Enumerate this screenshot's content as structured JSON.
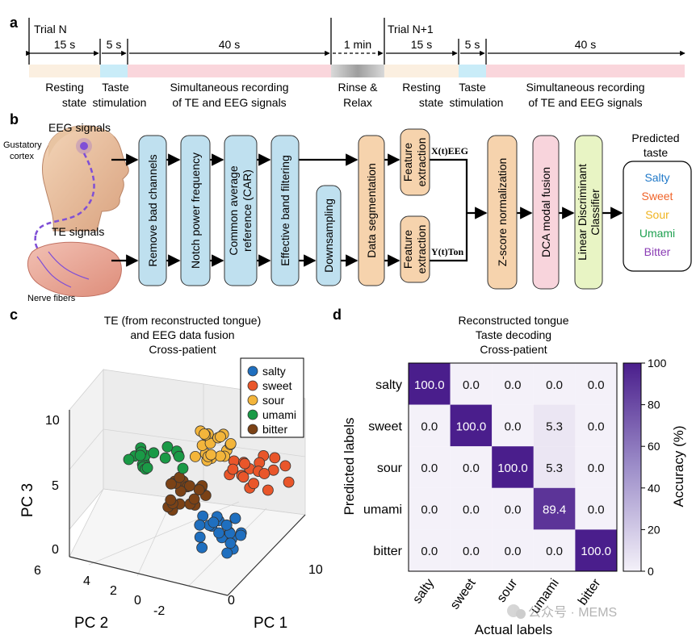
{
  "panel_labels": {
    "a": "a",
    "b": "b",
    "c": "c",
    "d": "d"
  },
  "panel_a": {
    "trial1": {
      "label": "Trial N",
      "d_rest": "15 s",
      "d_taste": "5 s",
      "d_sim": "40 s"
    },
    "rinse": {
      "duration": "1 min",
      "line1": "Rinse &",
      "line2": "Relax"
    },
    "trial2": {
      "label": "Trial N+1",
      "d_rest": "15 s",
      "d_taste": "5 s",
      "d_sim": "40 s"
    },
    "labels": {
      "rest1": "Resting",
      "rest2": "state",
      "taste1": "Taste",
      "taste2": "stimulation",
      "sim1": "Simultaneous recording",
      "sim2": "of TE and EEG signals"
    },
    "colors": {
      "rest": "#fbefe0",
      "taste": "#c9ecf8",
      "sim": "#fad6dc",
      "rinse": "#b9b9b9"
    }
  },
  "panel_b": {
    "eeg_signals": "EEG signals",
    "gustatory1": "Gustatory",
    "gustatory2": "cortex",
    "te_signals": "TE signals",
    "nerve_fibers": "Nerve fibers",
    "steps": {
      "remove_bad": "Remove bad channels",
      "notch": "Notch power frequency",
      "car1": "Common average",
      "car2": "reference (CAR)",
      "band": "Effective band filtering",
      "down": "Downsampling",
      "seg": "Data segmentation",
      "feat1": "Feature",
      "feat2": "extraction",
      "z": "Z-score normalization",
      "dca": "DCA modal fusion",
      "lda1": "Linear Discriminant",
      "lda2": "Classifier"
    },
    "x_eeg": "X(t)EEG",
    "y_ton": "Y(t)Ton",
    "predicted1": "Predicted",
    "predicted2": "taste",
    "tastes": [
      {
        "name": "Salty",
        "color": "#1f78c8"
      },
      {
        "name": "Sweet",
        "color": "#f0642a"
      },
      {
        "name": "Sour",
        "color": "#f0b420"
      },
      {
        "name": "Umami",
        "color": "#1ea050"
      },
      {
        "name": "Bitter",
        "color": "#8a3cb4"
      }
    ],
    "colors": {
      "blue": "#bfe0ef",
      "orange": "#f6d3ad",
      "pink": "#f8d4dc",
      "green": "#e8f4c4"
    }
  },
  "chart_data": [
    {
      "type": "scatter",
      "title_lines": [
        "TE (from reconstructed tongue)",
        "and EEG data fusion",
        "Cross-patient"
      ],
      "xlabel": "PC 1",
      "ylabel": "PC 2",
      "zlabel": "PC 3",
      "x_ticks": [
        "0",
        "10"
      ],
      "y_ticks": [
        "6",
        "4",
        "2",
        "0",
        "-2"
      ],
      "z_ticks": [
        "10",
        "5",
        "0"
      ],
      "legend_position": "top-right",
      "series": [
        {
          "name": "salty",
          "color": "#1f6fbf",
          "count": 22
        },
        {
          "name": "sweet",
          "color": "#e9562a",
          "count": 19
        },
        {
          "name": "sour",
          "color": "#f3b53b",
          "count": 20
        },
        {
          "name": "umami",
          "color": "#1a9a46",
          "count": 20
        },
        {
          "name": "bitter",
          "color": "#7b4216",
          "count": 22
        }
      ]
    },
    {
      "type": "heatmap",
      "title_lines": [
        "Reconstructed tongue",
        "Taste decoding",
        "Cross-patient"
      ],
      "xlabel": "Actual labels",
      "ylabel": "Predicted labels",
      "x_categories": [
        "salty",
        "sweet",
        "sour",
        "umami",
        "bitter"
      ],
      "y_categories": [
        "salty",
        "sweet",
        "sour",
        "umami",
        "bitter"
      ],
      "values": [
        [
          "100.0",
          "0.0",
          "0.0",
          "0.0",
          "0.0"
        ],
        [
          "0.0",
          "100.0",
          "0.0",
          "5.3",
          "0.0"
        ],
        [
          "0.0",
          "0.0",
          "100.0",
          "5.3",
          "0.0"
        ],
        [
          "0.0",
          "0.0",
          "0.0",
          "89.4",
          "0.0"
        ],
        [
          "0.0",
          "0.0",
          "0.0",
          "0.0",
          "100.0"
        ]
      ],
      "colorbar": {
        "label": "Accuracy (%)",
        "ticks": [
          "100",
          "80",
          "60",
          "40",
          "20",
          "0"
        ],
        "range": [
          0,
          100
        ]
      }
    }
  ],
  "watermark": "公众号 · MEMS"
}
